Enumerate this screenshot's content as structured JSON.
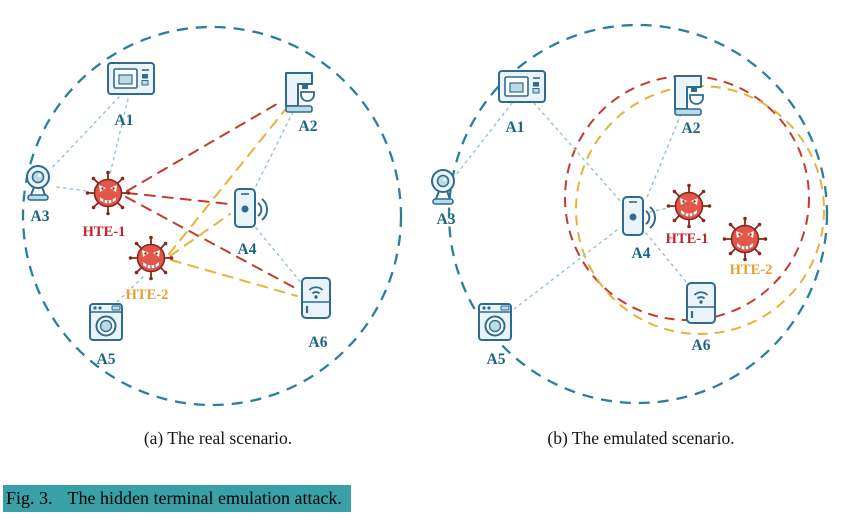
{
  "colors": {
    "network_range": "#2b7f99",
    "link": "#8fc3d4",
    "attack_hte1": "#c43a2e",
    "attack_hte2": "#e6b23c",
    "hte1_label": "#c22127",
    "hte2_label": "#e2a12f",
    "node_label": "#1b6480",
    "caption_highlight": "#39a0a7"
  },
  "icons": {
    "a1": "microwave-icon",
    "a2": "coffee-maker-icon",
    "a3": "webcam-icon",
    "a4": "smart-phone-speaker-icon",
    "a5": "washing-machine-icon",
    "a6": "smart-fridge-icon",
    "hte1": "virus-icon",
    "hte2": "virus-icon"
  },
  "panel_a": {
    "subcaption": "(a) The real scenario.",
    "labels": {
      "a1": "A1",
      "a2": "A2",
      "a3": "A3",
      "a4": "A4",
      "a5": "A5",
      "a6": "A6",
      "hte1": "HTE-1",
      "hte2": "HTE-2"
    }
  },
  "panel_b": {
    "subcaption": "(b) The emulated scenario.",
    "labels": {
      "a1": "A1",
      "a2": "A2",
      "a3": "A3",
      "a4": "A4",
      "a5": "A5",
      "a6": "A6",
      "hte1": "HTE-1",
      "hte2": "HTE-2"
    }
  },
  "caption": {
    "tag": "Fig. 3.",
    "text": "The hidden terminal emulation attack."
  }
}
